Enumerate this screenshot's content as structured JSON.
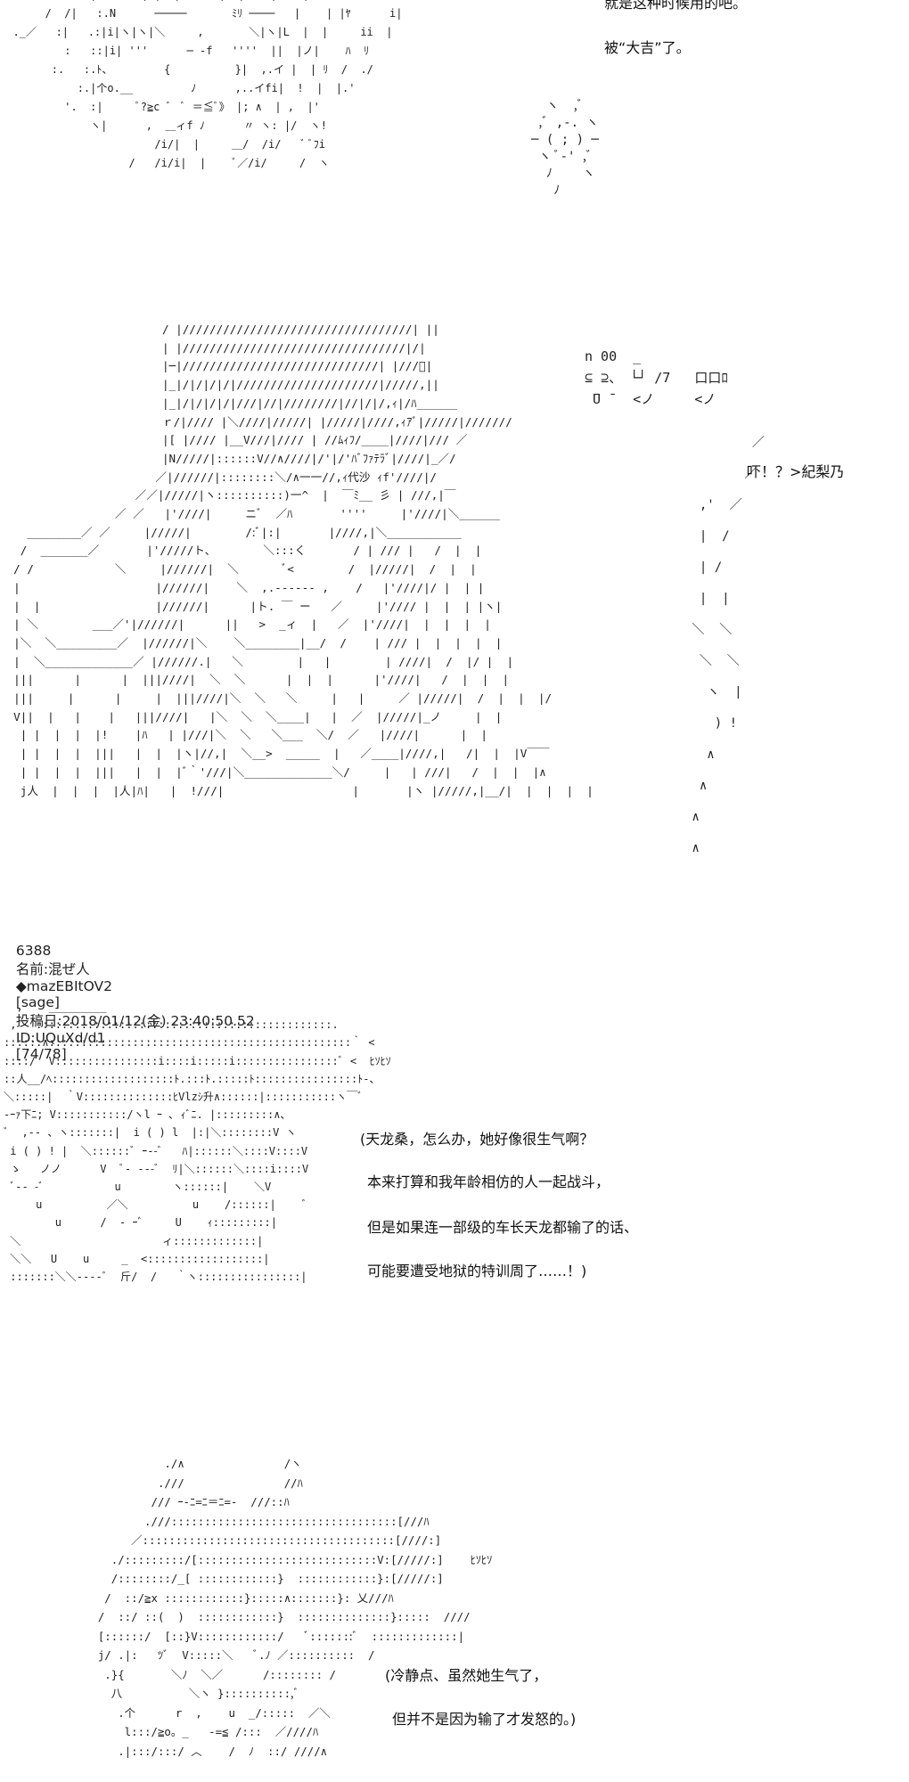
{
  "scene1": {
    "art": "              |     ::| ┌──┐      ┌──┐   ;|    |   ノ\n       /  /|   :.N      ─────       ﾐﾘ ────   |    | |ﾔ      i|\n  ._／   :|   .:|i|ヽ|ヽ|＼     ,       ＼|ヽ|L  |  |     ii  |\n          :   ::|i| '''      ─ -f   ''''  ||  |ノ|    ﾊ  ﾘ\n        :.   :.ﾄ、        {          }|  ,.イ |  | ﾘ  /  ./\n            :.|个o.__         ﾉ      ,..イfi|  !  |  |.'\n          '.  :|     ﾞ?≧c ﾞ  ﾞ ＝≦ﾞ》 |; ∧  | ,  |'\n              ヽ|      ,  ＿ィf ﾉ      〃 ヽ: |/  ヽ!\n                        /i/|  |     ＿/  /i/   ﾞ ﾞﾌi\n                    /   /i/i|  |    ﾞ／/i/     /  ヽ",
    "line1": "就是这种时候用的吧。",
    "line2": "被“大吉”了。",
    "sun_art": "  ヽ  ,ﾞ\n ,ﾞ ,-. ヽ\n─ ( ; ) ─\n ヽ ﾞ-' ,ﾞ\n  ﾉ    ヽ\n   ﾉ"
  },
  "scene2": {
    "art": "                        / |//////////////////////////////////| ||\n                        | |/////////////////////////////////|/|\n                        |─|/////////////////////////////| |///ﾞ|\n                        |_|/|/|/|/|/////////////////////|/////,||\n                        |_|/|/|/|/|///|//|////////|//|/|/,ｨ|/ﾊ______\n                        ｒ/|//// |＼////|/////| |/////|////,ｨｱﾞ|/////|///////\n                        |[ |//// |__V///|//// | //ﾑｨﾌ/____|////|/// ／\n                        |N/////|::::::V//∧////|/'|/'ﾊﾞﾌｧﾃﾗﾞ|////|_／/\n                       ／|//////|::::::::＼/∧一一//,ｨ代沙 ｨf'////|/\n                    ／／|/////|ヽ::::::::::)一^  |  ￣ﾐ__ 彡 | ///,|￣\n                 ／ ／   |'////|     ニﾞ  ／ﾊ       ''''     |'////|＼______\n    ________／ ／     |/////|        /:ﾞ|:|       |////,|＼___________\n   /  _______／       |'/////ト、       ＼:::く       / | /// |   /  |  |\n  / /            ＼     |//////|  ＼       ﾞ<        /  |/////|  /  |  |\n  |                    |//////|    ＼  ,.------ ,    /   |'////|/ |  | |\n  |  |                 |//////|      |ト. ￣ ー   ／     |'//// |  |  | |ヽ|\n  | ＼        ___／'|//////|      ||   >  _ィ  |   ／  |'////|  |  |  |  |\n  |＼  ＼_________／  |//////|＼    ＼________|__/  /    | /// |  |  |  |  |\n  |  ＼_____________／ |//////.|   ＼        |   |        | ////|  /  |/ |  |\n  |||      |      |  |||////|  ＼  ＼      |  |  |      |'////|   /  |  |  |\n  |||     |      |     |  |||////|＼  ＼   ＼     |   |     ／ |/////|  /  |  |  |/\n  V||  |   |    |   |||////|   |＼  ＼  ＼____|   |  ／  |/////|_ノ     |  |\n   | |  |  |  |!    |ﾊ   | |///|＼  ＼   ＼___  ＼/  ／   |////|      |  |\n   | |  |  |  |||   |  |  |ヽ|//,|  ＼__>  _____  |   ／____|////,|   /|  |  |V￣￣\n   | |  |  |  |||   |  |  |ﾞ｀'///|＼_____________＼/     |   | ///|   /  |  |  |∧\n   j人  |  |  |  |人|ﾊ|   |  !///|                   |       |ヽ |/////,|__/|  |  |  |  |",
    "speaker": "吓！？>紀梨乃",
    "bubble_art": "n 00  _\n⊆ ⊇、 └┘ /7   口口ﾛ\n ̄U ̄   <ノ     <ノ",
    "extra_art": "         ／\n        ／\n  ,'  ／     \n  |  /\n  | /\n  |  |\n ＼  ＼\n  ＼  ＼\n   ヽ  |\n    ) !\n   ∧\n  ∧\n ∧\n ∧"
  },
  "post": {
    "number": "6388",
    "name_label": "名前:",
    "name": "混ぜ人",
    "trip_mark": "◆",
    "trip": "mazEBItOV2",
    "sage": "[sage]",
    "date_label": "投稿日:",
    "date": "2018/01/12(金) 23:40:50.52",
    "id": "ID:UQuXd/d1",
    "count": "[74/78]"
  },
  "scene3": {
    "art": "  ,    _________\n ,   ::::::::::::::::::::::::::::::::::::::::::::::.\n::::::∧:::::::::::::::::::::::::::::::::::::::::::::::｀ <\n::::/  V::::::::::::::::i::::i:::::i::::::::::::::::ﾞ <  ﾋｿﾋｿ\n::人__/ﾍ:::::::::::::::::::ﾄ.:::ﾄ.:::::ﾄ::::::::::::::::ﾄ-、\n＼:::::|  ｀V::::::::::::::ﾋVlzｼ升∧::::::|:::::::::::ヽ￣ﾞ\n-ｰｧ下ﾆ; V:::::::::::/ヽl ｰ ､ ｨﾞﾆ. |:::::::::∧、\nﾞ  ,-- 、ヽ:::::::|  i ( ) l  |:|＼::::::::V ヽ\n i ( ) ! |  ＼::::::ﾞ ｰ--ﾞ   ﾊ|::::::＼::::V::::V\n ゝ   ノノ      V  ﾞ- ---ﾞ  ﾘ|＼::::::＼::::i::::V\n ﾞ-- -ﾞ           u        ヽ::::::|    ＼V\n     u          ／＼          u    /::::::|    ﾞ\n        u      /  - ｰﾞ     U    ｨ:::::::::|\n ＼                      ィ:::::::::::::|\n ＼＼   U    u     _  <::::::::::::::::::|\n :::::::＼＼----ﾞ  斤/  /   ｀ヽ::::::::::::::::|",
    "line1": "(天龙桑，怎么办，她好像很生气啊？",
    "line2": "本来打算和我年龄相仿的人一起战斗，",
    "line3": "但是如果连一部级的车长天龙都输了的话、",
    "line4": "可能要遭受地狱的特训周了……！)"
  },
  "scene4": {
    "art": "              ./∧               /ヽ\n             .///               //ﾊ\n            /// ｰ-ﾆ=ﾆ＝ﾆ=-  ///::ﾊ\n           .///::::::::::::::::::::::::::::::::::[///ﾊ\n         ／::::::::::::::::::::::::::::::::::::::[////:]\n      ./:::::::::/[:::::::::::::::::::::::::::V:[/////:]    ﾋｿﾋｿ\n      /::::::::/_[ ::::::::::::}  ::::::::::::}:[/////:]\n     /  ::/≧x ::::::::::::}:::::∧:::::::}: 乂///ﾊ\n    /  ::/ ::(  )  ::::::::::::}  ::::::::::::::}:::::  ////\n    [::::::/  [::}V::::::::::::/   ﾞ:::::::ﾞ  :::::::::::::|\n    j/ .|:   ﾂﾞ  V:::::＼   ﾞ.ﾉ ／::::::::::  /\n     .}{       ＼ﾉ  ＼／      /:::::::: /\n      八          ＼ヽ }::::::::::,ﾞ\n       .个      r  ,    u  _/:::::  ／＼\n        l:::/≧o。_   -=≦ /:::  ／////ﾊ\n       .|:::/:::/ ︿    /  ﾉ  ::/ ////∧",
    "line1": "(冷静点、虽然她生气了，",
    "line2": "但并不是因为输了才发怒的。)"
  }
}
